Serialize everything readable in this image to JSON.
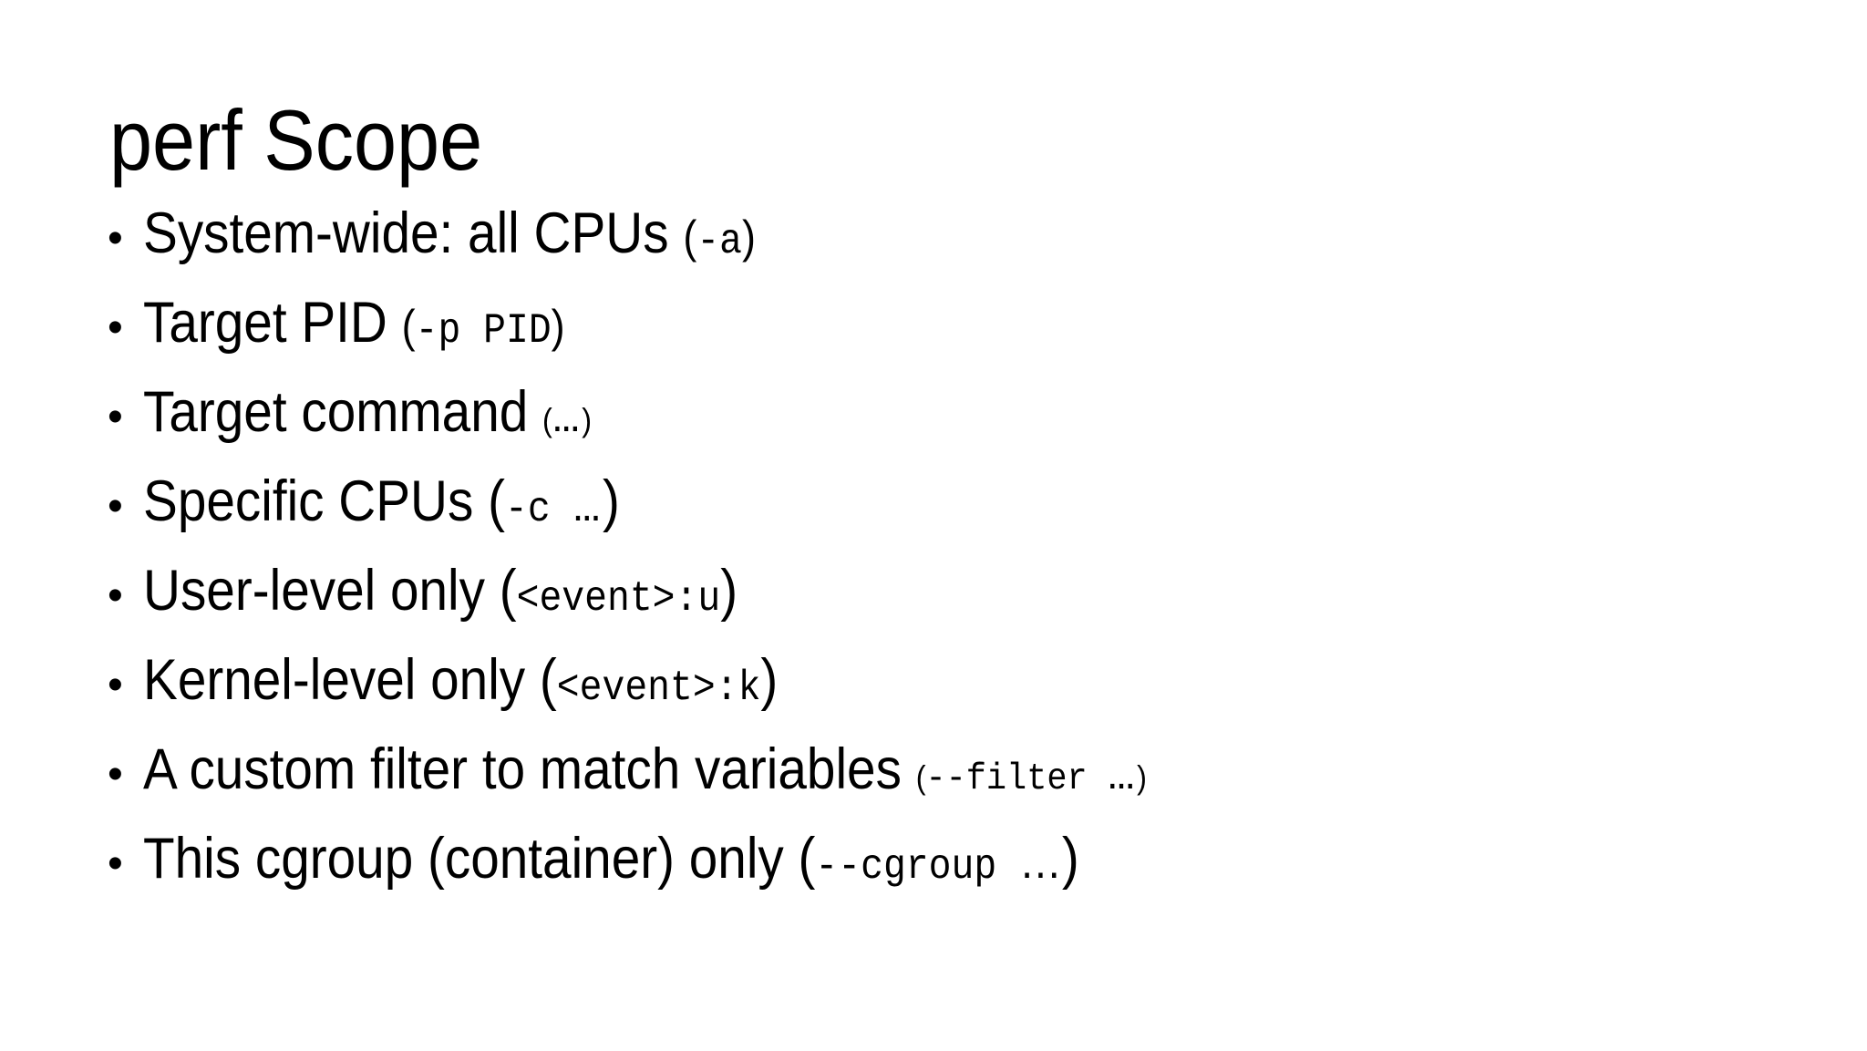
{
  "colors": {
    "background": "#ffffff",
    "text": "#000000"
  },
  "slide": {
    "title": "perf Scope",
    "bullet_glyph": "•",
    "bullets": [
      {
        "segments": [
          {
            "k": "t",
            "v": "System-wide: all CPUs "
          },
          {
            "k": "pm",
            "v": "("
          },
          {
            "k": "c",
            "v": "-a"
          },
          {
            "k": "pm",
            "v": ")"
          }
        ]
      },
      {
        "segments": [
          {
            "k": "t",
            "v": "Target PID "
          },
          {
            "k": "pm",
            "v": "("
          },
          {
            "k": "c",
            "v": "-p PID"
          },
          {
            "k": "pm",
            "v": ")"
          }
        ]
      },
      {
        "segments": [
          {
            "k": "t",
            "v": "Target command "
          },
          {
            "k": "ps",
            "v": "("
          },
          {
            "k": "es",
            "v": "…"
          },
          {
            "k": "ps",
            "v": ")"
          }
        ]
      },
      {
        "segments": [
          {
            "k": "t",
            "v": "Specific CPUs "
          },
          {
            "k": "pl",
            "v": "("
          },
          {
            "k": "c",
            "v": "-c "
          },
          {
            "k": "es",
            "v": "…"
          },
          {
            "k": "pl",
            "v": ")"
          }
        ]
      },
      {
        "segments": [
          {
            "k": "t",
            "v": "User-level only "
          },
          {
            "k": "pl",
            "v": "("
          },
          {
            "k": "c",
            "v": "<event>:u"
          },
          {
            "k": "pl",
            "v": ")"
          }
        ]
      },
      {
        "segments": [
          {
            "k": "t",
            "v": "Kernel-level only "
          },
          {
            "k": "pl",
            "v": "("
          },
          {
            "k": "c",
            "v": "<event>:k"
          },
          {
            "k": "pl",
            "v": ")"
          }
        ]
      },
      {
        "segments": [
          {
            "k": "t",
            "v": "A custom filter to match variables "
          },
          {
            "k": "ps",
            "v": "("
          },
          {
            "k": "c2",
            "v": "--filter "
          },
          {
            "k": "es",
            "v": "…"
          },
          {
            "k": "ps",
            "v": ")"
          }
        ]
      },
      {
        "segments": [
          {
            "k": "t",
            "v": "This cgroup (container) only "
          },
          {
            "k": "pl",
            "v": "("
          },
          {
            "k": "c",
            "v": "--cgroup "
          },
          {
            "k": "el",
            "v": "…"
          },
          {
            "k": "pl",
            "v": ")"
          }
        ]
      }
    ]
  }
}
